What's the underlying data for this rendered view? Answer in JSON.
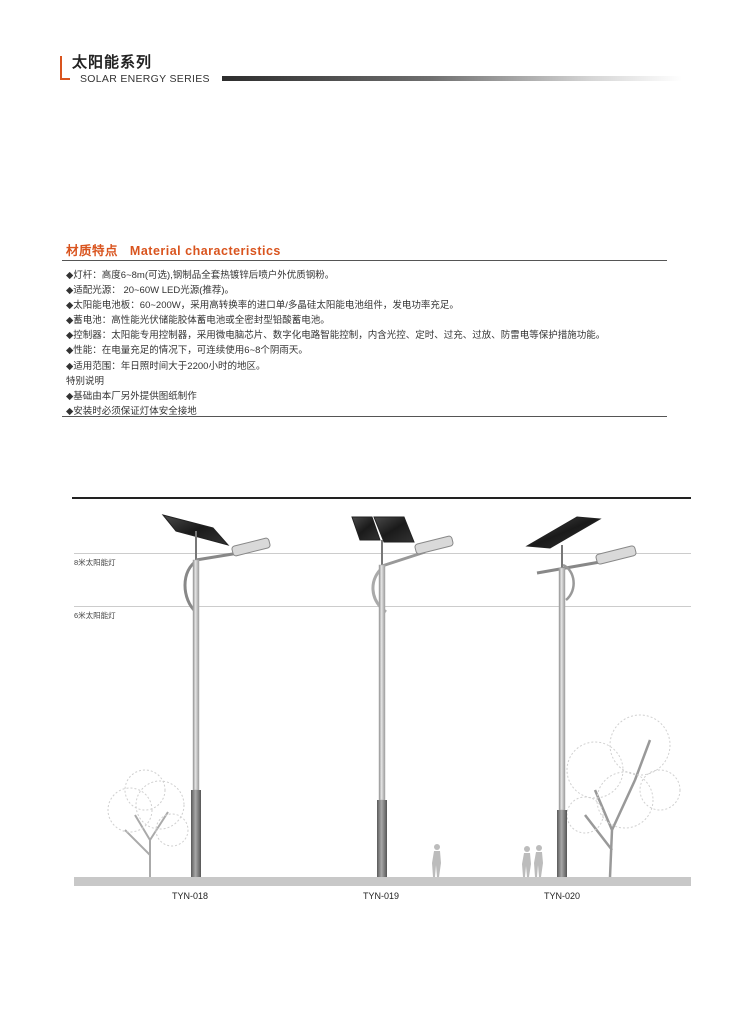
{
  "header": {
    "title": "太阳能系列",
    "subtitle": "SOLAR ENERGY SERIES"
  },
  "section": {
    "title": "材质特点   Material characteristics",
    "items": [
      "◆灯杆：高度6~8m(可选),钢制品全套热镀锌后喷户外优质钢粉。",
      "◆适配光源：  20~60W LED光源(推荐)。",
      "◆太阳能电池板：60~200W，采用高转换率的进口单/多晶硅太阳能电池组件，发电功率充足。",
      "◆蓄电池：高性能光伏储能胶体蓄电池或全密封型铅酸蓄电池。",
      "◆控制器：太阳能专用控制器，采用微电脑芯片、数字化电路智能控制，内含光控、定时、过充、过放、防雷电等保护措施功能。",
      "◆性能：在电量充足的情况下，可连续使用6~8个阴雨天。",
      "◆适用范围：年日照时间大于2200小时的地区。",
      "特别说明",
      "◆基础由本厂另外提供图纸制作",
      "◆安装时必须保证灯体安全接地"
    ]
  },
  "figure": {
    "height_labels": [
      "8米太阳能灯",
      "6米太阳能灯"
    ],
    "models": [
      "TYN-018",
      "TYN-019",
      "TYN-020"
    ]
  },
  "colors": {
    "accent": "#d9541e",
    "text": "#333333",
    "ground": "#c8c8c8",
    "pole": "#b5b5b5"
  }
}
